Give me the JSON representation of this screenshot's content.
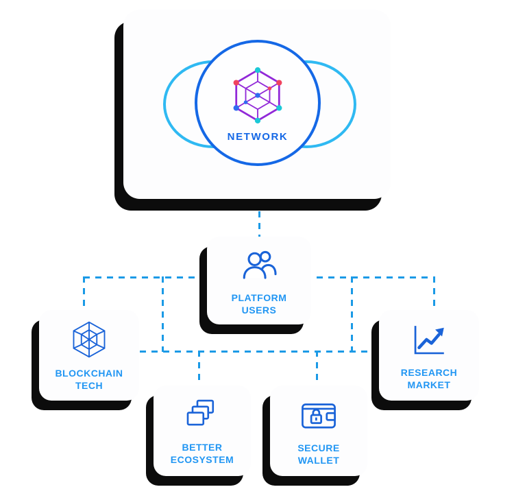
{
  "diagram": {
    "root": {
      "label": "NETWORK",
      "icon": "hexagon-network-icon"
    },
    "nodes": [
      {
        "id": "platform-users",
        "label": "PLATFORM USERS",
        "icon": "users-icon"
      },
      {
        "id": "blockchain-tech",
        "label": "BLOCKCHAIN TECH",
        "icon": "blockchain-wireframe-icon"
      },
      {
        "id": "research-market",
        "label": "RESEARCH MARKET",
        "icon": "growth-chart-icon"
      },
      {
        "id": "better-ecosystem",
        "label": "BETTER ECOSYSTEM",
        "icon": "stacked-layers-icon"
      },
      {
        "id": "secure-wallet",
        "label": "SECURE WALLET",
        "icon": "wallet-lock-icon"
      }
    ],
    "colors": {
      "accent_blue": "#2196f3",
      "deep_blue": "#1568e6",
      "connector_blue": "#1b9ae6",
      "orbit_cyan": "#2fb9f2",
      "icon_purple": "#9128d8",
      "dot_cyan": "#1bc8d7",
      "dot_red": "#f0435f",
      "dot_blue": "#2f6bf0",
      "card_shadow": "#0c0c0c"
    }
  }
}
